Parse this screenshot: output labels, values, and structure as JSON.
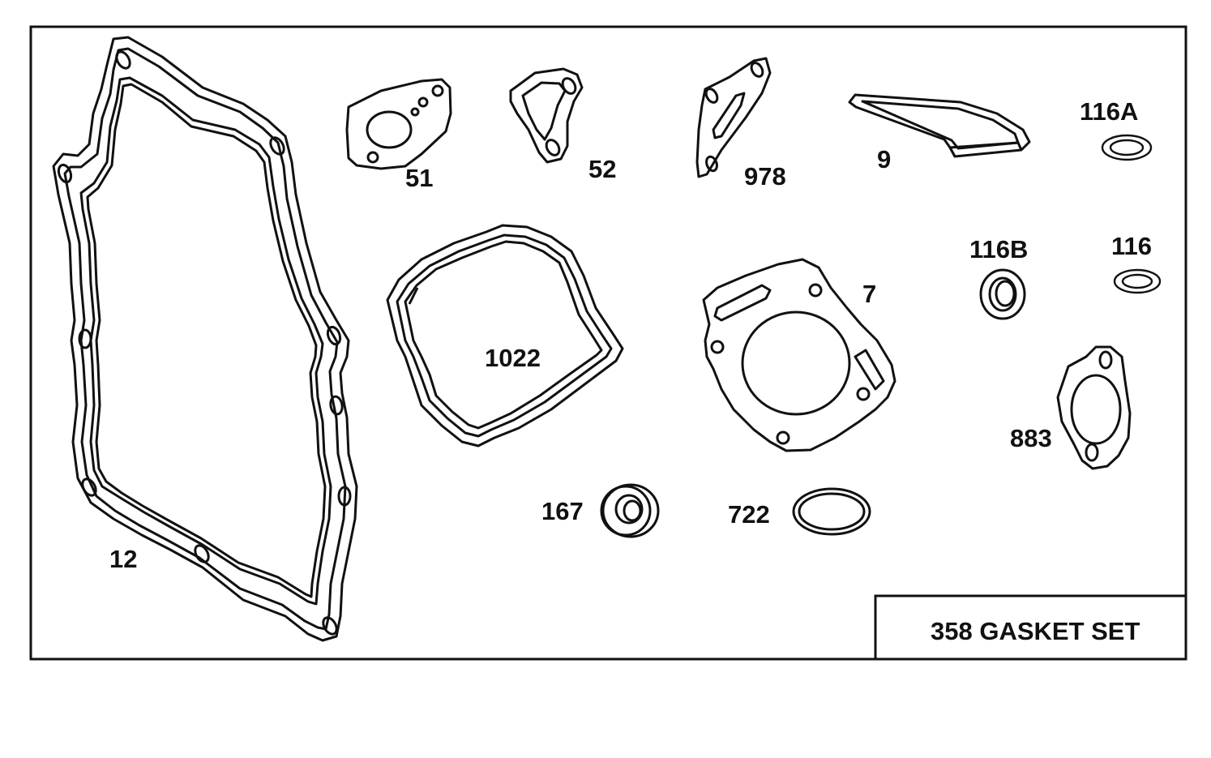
{
  "title": "358 GASKET SET",
  "parts": [
    {
      "id": "12",
      "label": "12"
    },
    {
      "id": "51",
      "label": "51"
    },
    {
      "id": "52",
      "label": "52"
    },
    {
      "id": "978",
      "label": "978"
    },
    {
      "id": "9",
      "label": "9"
    },
    {
      "id": "116A",
      "label": "116A"
    },
    {
      "id": "1022",
      "label": "1022"
    },
    {
      "id": "7",
      "label": "7"
    },
    {
      "id": "116B",
      "label": "116B"
    },
    {
      "id": "116",
      "label": "116"
    },
    {
      "id": "883",
      "label": "883"
    },
    {
      "id": "167",
      "label": "167"
    },
    {
      "id": "722",
      "label": "722"
    }
  ]
}
